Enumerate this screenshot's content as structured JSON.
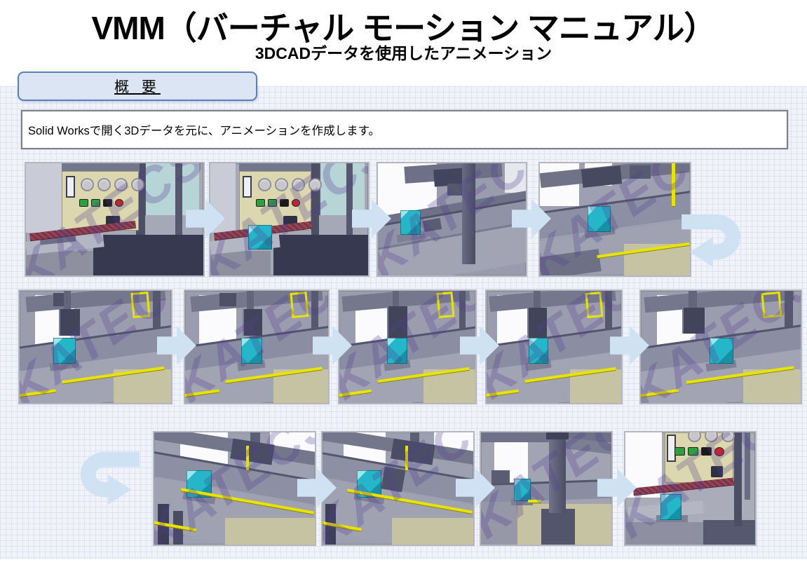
{
  "page": {
    "title": "VMM（バーチャル モーション マニュアル）",
    "subtitle": "3DCADデータを使用したアニメーション"
  },
  "overview": {
    "heading": "概 要",
    "description": "Solid Worksで開く3Dデータを元に、アニメーションを作成します。"
  },
  "watermark": {
    "text": "KATECS"
  },
  "colors": {
    "accent_arrow": "#cfe2f4",
    "heading_box_fill": "#dbe5f4",
    "heading_box_border": "#5b7fb9",
    "part_teal": "#25b6c9",
    "panel_cream": "#dcd7ae",
    "safety_yellow": "#e8e400",
    "grid_line": "#dde3f0"
  },
  "flow": {
    "rows": [
      {
        "name": "row-1",
        "frames": [
          "machine-front-start",
          "machine-front-part-loaded",
          "conveyor-close-up",
          "conveyor-transfer"
        ],
        "trailing_connector": "u-turn-down"
      },
      {
        "name": "row-2",
        "frames": [
          "gantry-approach",
          "gantry-over-part",
          "gripper-pick",
          "gripper-carry",
          "gantry-release"
        ],
        "trailing_connector": "none"
      },
      {
        "name": "row-3",
        "leading_connector": "u-turn-continue",
        "frames": [
          "conveyor-return-1",
          "conveyor-return-2",
          "station-overview",
          "machine-front-end"
        ]
      }
    ]
  }
}
